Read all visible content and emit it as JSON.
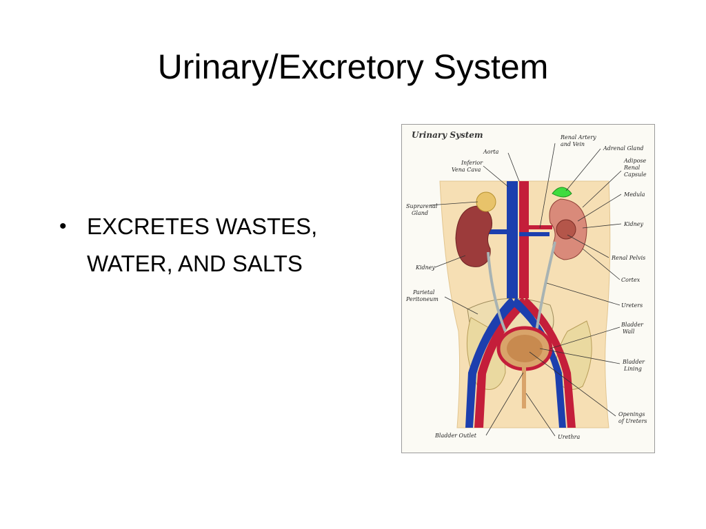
{
  "slide": {
    "title": "Urinary/Excretory System",
    "bullets": [
      "EXCRETES WASTES, WATER, AND SALTS"
    ]
  },
  "figure": {
    "title": "Urinary System",
    "labels": {
      "aorta": "Aorta",
      "ivc_1": "Inferior",
      "ivc_2": "Vena Cava",
      "renal_av_1": "Renal Artery",
      "renal_av_2": "and Vein",
      "adrenal": "Adrenal Gland",
      "adipose_1": "Adipose",
      "adipose_2": "Renal",
      "adipose_3": "Capsule",
      "medula": "Medula",
      "suprarenal_1": "Suprarenal",
      "suprarenal_2": "Gland",
      "kidney_r": "Kidney",
      "kidney_l": "Kidney",
      "renal_pelvis": "Renal Pelvis",
      "cortex": "Cortex",
      "parietal_1": "Parietal",
      "parietal_2": "Peritoneum",
      "ureters": "Ureters",
      "bladder_wall_1": "Bladder",
      "bladder_wall_2": "Wall",
      "bladder_lining_1": "Bladder",
      "bladder_lining_2": "Lining",
      "openings_1": "Openings",
      "openings_2": "of Ureters",
      "bladder_outlet": "Bladder Outlet",
      "urethra": "Urethra"
    },
    "colors": {
      "skin": "#f6dfb4",
      "artery": "#c41e3a",
      "vein": "#1c3fae",
      "kidney": "#9c3b3b",
      "adrenal_green": "#3fdc3f",
      "bladder": "#d9a46a",
      "bone": "#ead9a0"
    }
  }
}
